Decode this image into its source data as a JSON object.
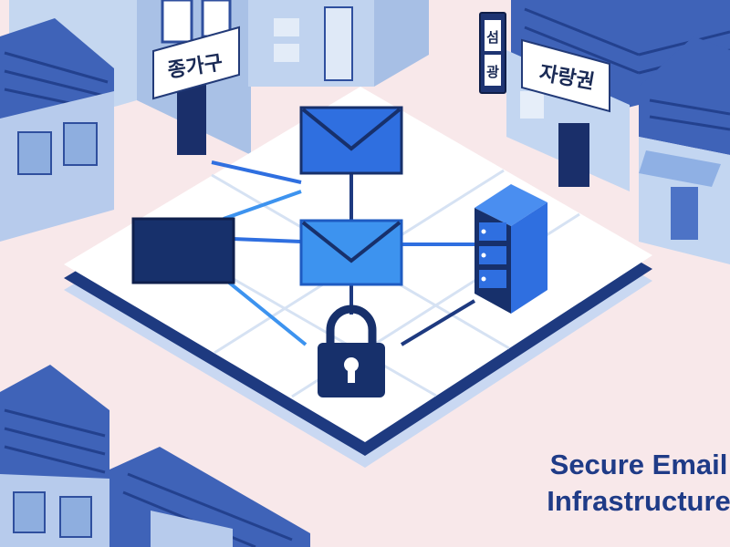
{
  "signs": {
    "left_shop": "종가구",
    "right_shop": "자랑권",
    "vertical_sign_line1": "섬",
    "vertical_sign_line2": "광"
  },
  "headline": {
    "line1": "Secure Email",
    "line2": "Infrastructure"
  },
  "colors": {
    "background": "#f8e8ea",
    "roof": "#2f4f9e",
    "wall": "#b9cdec",
    "platform": "#ffffff",
    "accent_blue": "#2f6fe0",
    "light_blue": "#3d93ef",
    "navy": "#17306b",
    "title": "#1f3b87"
  },
  "icons": {
    "top": "envelope-icon",
    "center": "envelope-icon",
    "left": "navy-block-icon",
    "right": "server-rack-icon",
    "bottom": "padlock-icon"
  }
}
